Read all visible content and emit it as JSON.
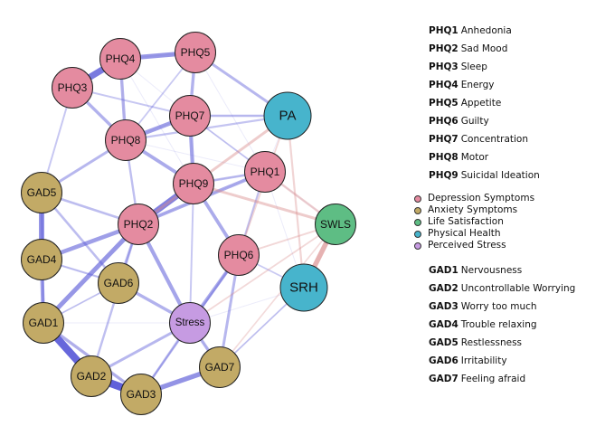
{
  "colors": {
    "depression": "#E48BA0",
    "anxiety": "#C2AA66",
    "satisfaction": "#5EBD84",
    "health": "#47B4CC",
    "stress": "#C69BE2",
    "positive_edge": "#5B5BD8",
    "negative_edge": "#D98A8A"
  },
  "nodes": [
    {
      "id": "PHQ1",
      "label": "PHQ1",
      "group": "depression"
    },
    {
      "id": "PHQ2",
      "label": "PHQ2",
      "group": "depression"
    },
    {
      "id": "PHQ3",
      "label": "PHQ3",
      "group": "depression"
    },
    {
      "id": "PHQ4",
      "label": "PHQ4",
      "group": "depression"
    },
    {
      "id": "PHQ5",
      "label": "PHQ5",
      "group": "depression"
    },
    {
      "id": "PHQ6",
      "label": "PHQ6",
      "group": "depression"
    },
    {
      "id": "PHQ7",
      "label": "PHQ7",
      "group": "depression"
    },
    {
      "id": "PHQ8",
      "label": "PHQ8",
      "group": "depression"
    },
    {
      "id": "PHQ9",
      "label": "PHQ9",
      "group": "depression"
    },
    {
      "id": "GAD1",
      "label": "GAD1",
      "group": "anxiety"
    },
    {
      "id": "GAD2",
      "label": "GAD2",
      "group": "anxiety"
    },
    {
      "id": "GAD3",
      "label": "GAD3",
      "group": "anxiety"
    },
    {
      "id": "GAD4",
      "label": "GAD4",
      "group": "anxiety"
    },
    {
      "id": "GAD5",
      "label": "GAD5",
      "group": "anxiety"
    },
    {
      "id": "GAD6",
      "label": "GAD6",
      "group": "anxiety"
    },
    {
      "id": "GAD7",
      "label": "GAD7",
      "group": "anxiety"
    },
    {
      "id": "PA",
      "label": "PA",
      "group": "health"
    },
    {
      "id": "SWLS",
      "label": "SWLS",
      "group": "satisfaction"
    },
    {
      "id": "SRH",
      "label": "SRH",
      "group": "health"
    },
    {
      "id": "Stress",
      "label": "Stress",
      "group": "stress"
    }
  ],
  "edges": [
    {
      "a": "GAD2",
      "b": "GAD3",
      "w": 0.95,
      "sign": "pos"
    },
    {
      "a": "GAD1",
      "b": "GAD2",
      "w": 0.9,
      "sign": "pos"
    },
    {
      "a": "PHQ3",
      "b": "PHQ4",
      "w": 0.75,
      "sign": "pos"
    },
    {
      "a": "PHQ2",
      "b": "PHQ9",
      "w": 0.7,
      "sign": "pos"
    },
    {
      "a": "GAD4",
      "b": "GAD5",
      "w": 0.6,
      "sign": "pos"
    },
    {
      "a": "GAD3",
      "b": "GAD7",
      "w": 0.55,
      "sign": "pos"
    },
    {
      "a": "PHQ4",
      "b": "PHQ5",
      "w": 0.5,
      "sign": "pos"
    },
    {
      "a": "GAD1",
      "b": "PHQ2",
      "w": 0.5,
      "sign": "pos"
    },
    {
      "a": "PHQ8",
      "b": "PHQ7",
      "w": 0.45,
      "sign": "pos"
    },
    {
      "a": "GAD4",
      "b": "PHQ2",
      "w": 0.45,
      "sign": "pos"
    },
    {
      "a": "GAD4",
      "b": "GAD1",
      "w": 0.4,
      "sign": "pos"
    },
    {
      "a": "PHQ7",
      "b": "PHQ9",
      "w": 0.4,
      "sign": "pos"
    },
    {
      "a": "PHQ2",
      "b": "Stress",
      "w": 0.4,
      "sign": "pos"
    },
    {
      "a": "PHQ6",
      "b": "PHQ9",
      "w": 0.35,
      "sign": "pos"
    },
    {
      "a": "PHQ8",
      "b": "PHQ9",
      "w": 0.35,
      "sign": "pos"
    },
    {
      "a": "PHQ1",
      "b": "PHQ2",
      "w": 0.35,
      "sign": "pos"
    },
    {
      "a": "PHQ6",
      "b": "Stress",
      "w": 0.35,
      "sign": "pos"
    },
    {
      "a": "GAD6",
      "b": "Stress",
      "w": 0.3,
      "sign": "pos"
    },
    {
      "a": "GAD7",
      "b": "Stress",
      "w": 0.3,
      "sign": "pos"
    },
    {
      "a": "GAD1",
      "b": "GAD3",
      "w": 0.3,
      "sign": "pos"
    },
    {
      "a": "PHQ5",
      "b": "PHQ7",
      "w": 0.3,
      "sign": "pos"
    },
    {
      "a": "PHQ3",
      "b": "PHQ8",
      "w": 0.3,
      "sign": "pos"
    },
    {
      "a": "PHQ4",
      "b": "PHQ8",
      "w": 0.3,
      "sign": "pos"
    },
    {
      "a": "PHQ5",
      "b": "PA",
      "w": 0.25,
      "sign": "pos"
    },
    {
      "a": "GAD5",
      "b": "PHQ8",
      "w": 0.25,
      "sign": "pos"
    },
    {
      "a": "GAD2",
      "b": "Stress",
      "w": 0.25,
      "sign": "pos"
    },
    {
      "a": "GAD7",
      "b": "PHQ6",
      "w": 0.25,
      "sign": "pos"
    },
    {
      "a": "GAD6",
      "b": "PHQ2",
      "w": 0.2,
      "sign": "pos"
    },
    {
      "a": "GAD5",
      "b": "GAD6",
      "w": 0.2,
      "sign": "pos"
    },
    {
      "a": "PHQ1",
      "b": "PHQ9",
      "w": 0.2,
      "sign": "pos"
    },
    {
      "a": "PHQ7",
      "b": "PA",
      "w": 0.2,
      "sign": "pos"
    },
    {
      "a": "GAD5",
      "b": "PHQ2",
      "w": 0.2,
      "sign": "pos"
    },
    {
      "a": "GAD2",
      "b": "PHQ2",
      "w": 0.18,
      "sign": "pos"
    },
    {
      "a": "GAD3",
      "b": "Stress",
      "w": 0.18,
      "sign": "pos"
    },
    {
      "a": "PHQ2",
      "b": "PHQ8",
      "w": 0.18,
      "sign": "pos"
    },
    {
      "a": "PHQ8",
      "b": "PA",
      "w": 0.15,
      "sign": "pos"
    },
    {
      "a": "PHQ1",
      "b": "PHQ6",
      "w": 0.15,
      "sign": "pos"
    },
    {
      "a": "GAD4",
      "b": "GAD6",
      "w": 0.15,
      "sign": "pos"
    },
    {
      "a": "GAD1",
      "b": "GAD5",
      "w": 0.15,
      "sign": "pos"
    },
    {
      "a": "GAD3",
      "b": "PHQ6",
      "w": 0.15,
      "sign": "pos"
    },
    {
      "a": "PHQ3",
      "b": "PHQ7",
      "w": 0.12,
      "sign": "pos"
    },
    {
      "a": "PHQ9",
      "b": "Stress",
      "w": 0.12,
      "sign": "pos"
    },
    {
      "a": "GAD5",
      "b": "PHQ3",
      "w": 0.12,
      "sign": "pos"
    },
    {
      "a": "GAD7",
      "b": "SRH",
      "w": 0.1,
      "sign": "pos"
    },
    {
      "a": "PHQ6",
      "b": "SRH",
      "w": 0.1,
      "sign": "pos"
    },
    {
      "a": "PHQ5",
      "b": "PHQ8",
      "w": 0.1,
      "sign": "pos"
    },
    {
      "a": "GAD6",
      "b": "GAD1",
      "w": 0.1,
      "sign": "pos"
    },
    {
      "a": "PHQ7",
      "b": "PHQ1",
      "w": 0.1,
      "sign": "pos"
    },
    {
      "a": "SWLS",
      "b": "SRH",
      "w": 0.55,
      "sign": "neg"
    },
    {
      "a": "PA",
      "b": "PHQ2",
      "w": 0.25,
      "sign": "neg"
    },
    {
      "a": "SWLS",
      "b": "PHQ9",
      "w": 0.25,
      "sign": "neg"
    },
    {
      "a": "SWLS",
      "b": "PHQ1",
      "w": 0.2,
      "sign": "neg"
    },
    {
      "a": "PA",
      "b": "SRH",
      "w": 0.15,
      "sign": "neg"
    },
    {
      "a": "SWLS",
      "b": "PHQ6",
      "w": 0.12,
      "sign": "neg"
    },
    {
      "a": "SWLS",
      "b": "Stress",
      "w": 0.1,
      "sign": "neg"
    },
    {
      "a": "PA",
      "b": "PHQ6",
      "w": 0.1,
      "sign": "neg"
    },
    {
      "a": "SWLS",
      "b": "GAD7",
      "w": 0.08,
      "sign": "neg"
    }
  ],
  "item_legend_phq": [
    {
      "code": "PHQ1",
      "text": "Anhedonia"
    },
    {
      "code": "PHQ2",
      "text": "Sad Mood"
    },
    {
      "code": "PHQ3",
      "text": "Sleep"
    },
    {
      "code": "PHQ4",
      "text": "Energy"
    },
    {
      "code": "PHQ5",
      "text": "Appetite"
    },
    {
      "code": "PHQ6",
      "text": "Guilty"
    },
    {
      "code": "PHQ7",
      "text": "Concentration"
    },
    {
      "code": "PHQ8",
      "text": "Motor"
    },
    {
      "code": "PHQ9",
      "text": "Suicidal Ideation"
    }
  ],
  "group_legend": [
    {
      "label": "Depression Symptoms",
      "color": "#E48BA0"
    },
    {
      "label": "Anxiety Symptoms",
      "color": "#C2AA66"
    },
    {
      "label": "Life Satisfaction",
      "color": "#5EBD84"
    },
    {
      "label": "Physical Health",
      "color": "#47B4CC"
    },
    {
      "label": "Perceived Stress",
      "color": "#C69BE2"
    }
  ],
  "item_legend_gad": [
    {
      "code": "GAD1",
      "text": "Nervousness"
    },
    {
      "code": "GAD2",
      "text": "Uncontrollable Worrying"
    },
    {
      "code": "GAD3",
      "text": "Worry too much"
    },
    {
      "code": "GAD4",
      "text": "Trouble relaxing"
    },
    {
      "code": "GAD5",
      "text": "Restlessness"
    },
    {
      "code": "GAD6",
      "text": "Irritability"
    },
    {
      "code": "GAD7",
      "text": "Feeling afraid"
    }
  ]
}
